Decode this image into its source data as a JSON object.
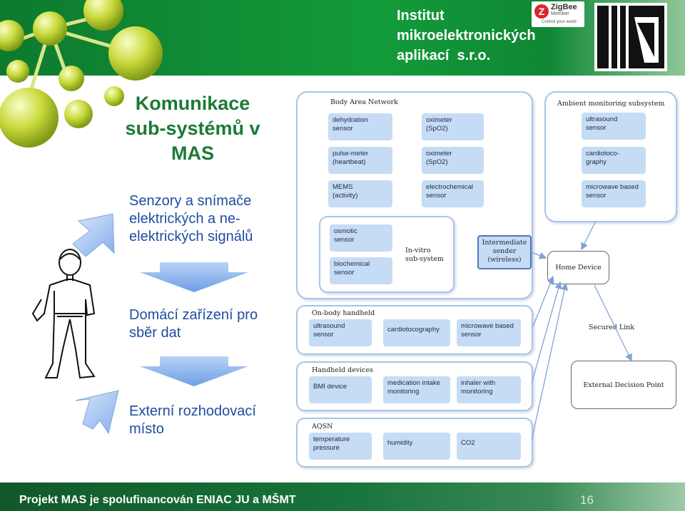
{
  "header": {
    "institute": "Institut\nmikroelektronických\naplikací  s.r.o.",
    "zigbee": {
      "name": "ZigBee",
      "member": "Member",
      "tagline": "Control your world"
    },
    "colors": {
      "green": "#139b3a",
      "dark_green": "#0d7a2e"
    }
  },
  "left": {
    "title": "Komunikace sub-systémů v MAS",
    "sensors": "Senzory a snímače elektrických a ne-elektrických signálů",
    "home": "Domácí zařízení pro sběr dat",
    "external": "Externí rozhodovací místo"
  },
  "diagram": {
    "ban": {
      "title": "Body Area Network",
      "nodes": [
        "dehydration\nsensor",
        "oximeter\n(SpO2)",
        "pulse-meter\n(heartbeat)",
        "oximeter\n(SpO2)",
        "MEMS\n(activity)",
        "electrochemical\nsensor"
      ],
      "invitro": {
        "title": "In-vitro\nsub-system",
        "nodes": [
          "osmotic\nsensor",
          "biochemical\nsensor"
        ]
      },
      "intermediate": "Intermediate\nsender\n(wireless)"
    },
    "ambient": {
      "title": "Ambient monitoring subsystem",
      "nodes": [
        "ultrasound\nsensor",
        "cardiotoco-\ngraphy",
        "microwave based\nsensor"
      ]
    },
    "onbody": {
      "title": "On-body handheld",
      "nodes": [
        "ultrasound\nsensor",
        "cardiotocography",
        "microwave based\nsensor"
      ]
    },
    "handheld": {
      "title": "Handheld devices",
      "nodes": [
        "BMI device",
        "medication intake\nmonitoring",
        "inhaler with\nmonitoring"
      ]
    },
    "aqsn": {
      "title": "AQSN",
      "nodes": [
        "temperature\npressure",
        "humidity",
        "CO2"
      ]
    },
    "home_device": "Home Device",
    "secured_link": "Secured Link",
    "edp": "External Decision Point"
  },
  "footer": {
    "text": "Projekt MAS je spolufinancován ENIAC JU a MŠMT",
    "page": "16"
  }
}
